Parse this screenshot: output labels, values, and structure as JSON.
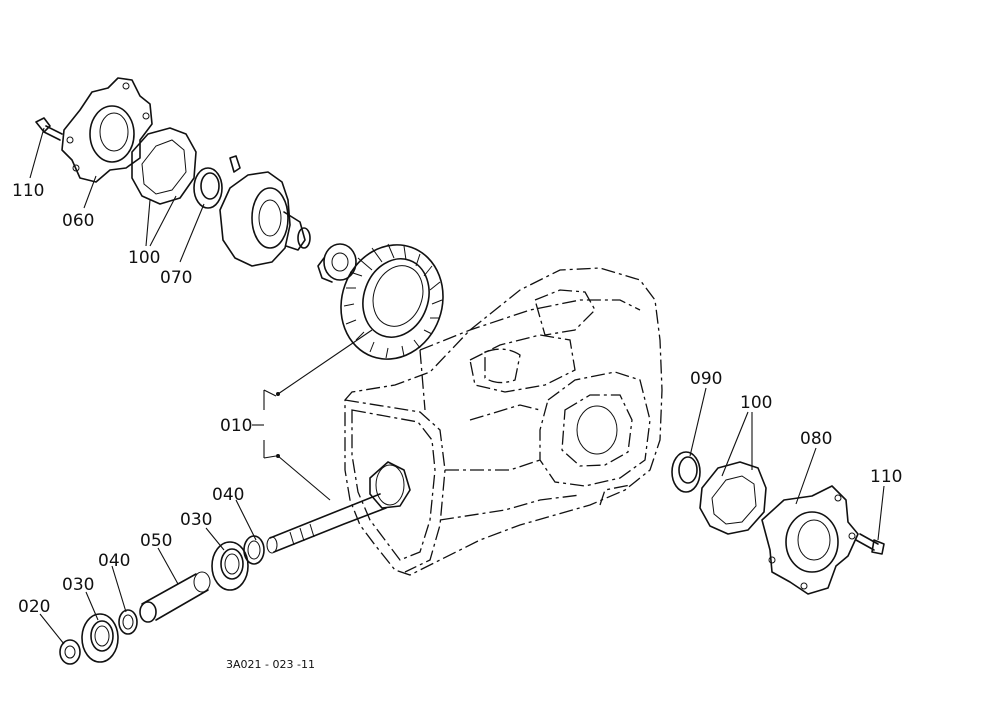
{
  "callouts": {
    "c110_left": "110",
    "c060": "060",
    "c100_left": "100",
    "c070": "070",
    "c010": "010",
    "c040_upper": "040",
    "c030_upper": "030",
    "c050": "050",
    "c040_lower": "040",
    "c030_lower": "030",
    "c020": "020",
    "c090": "090",
    "c100_right": "100",
    "c080": "080",
    "c110_right": "110"
  },
  "drawing_code": "3A021 - 023 -11"
}
